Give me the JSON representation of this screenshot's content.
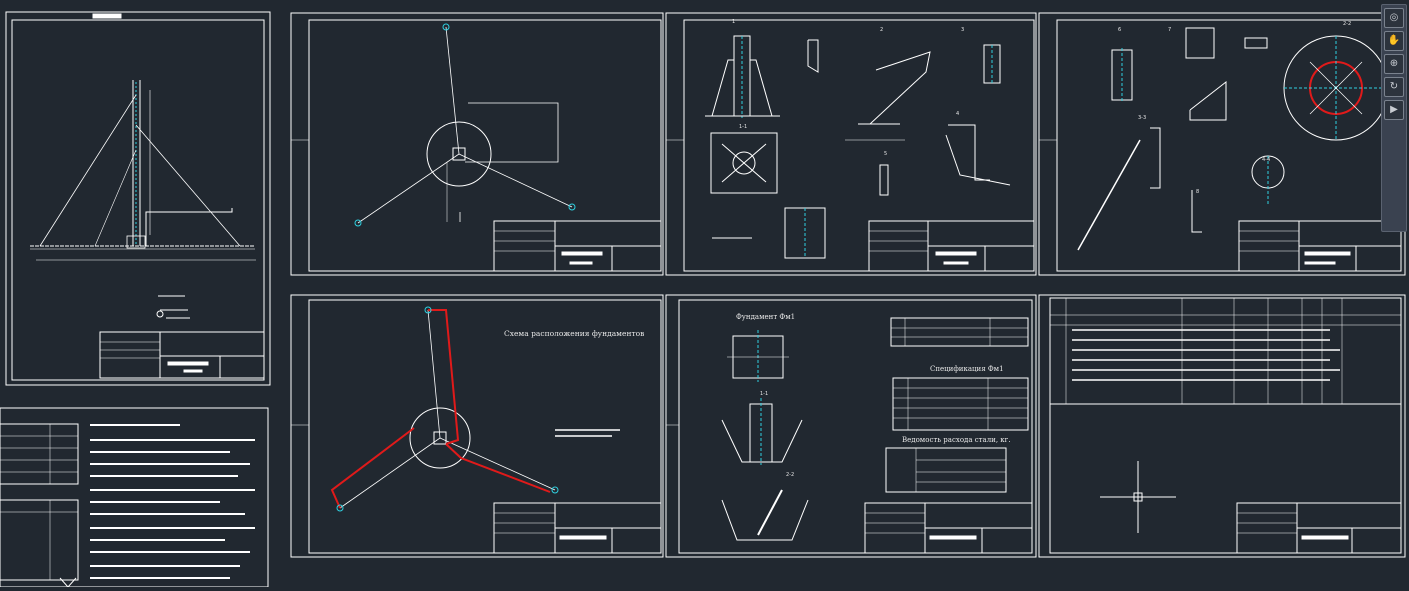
{
  "drawing": {
    "section_labels": [
      "1-1",
      "2-2",
      "3-3",
      "4-4"
    ],
    "sheet5": {
      "title": "Схема расположения фундаментов"
    },
    "sheet6": {
      "foundation_title": "Фундамент Фм1",
      "spec_title": "Спецификация Фм1",
      "steel_title": "Ведомость расхода стали, кг.",
      "section_a": "1-1",
      "section_b": "2-2"
    },
    "view_numbers": [
      "1",
      "2",
      "3",
      "4",
      "5",
      "6",
      "7",
      "8"
    ]
  },
  "navbar": {
    "icons": [
      "steering-wheel-icon",
      "pan-icon",
      "zoom-icon",
      "orbit-icon",
      "showmotion-icon"
    ]
  },
  "colors": {
    "background": "#212830",
    "line": "#ffffff",
    "accent_red": "#e01a1a",
    "accent_cyan": "#2fd0e0"
  }
}
